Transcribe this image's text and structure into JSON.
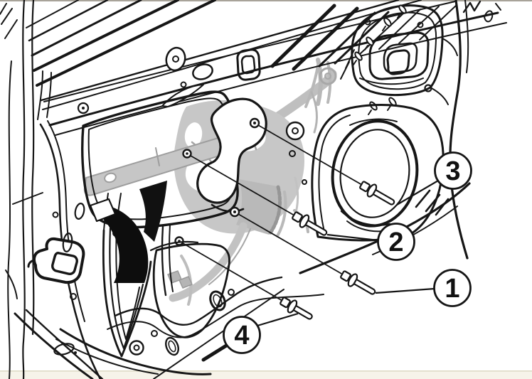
{
  "diagram": {
    "type": "exploded-parts-illustration",
    "callouts": [
      {
        "label": "1"
      },
      {
        "label": "2"
      },
      {
        "label": "3"
      },
      {
        "label": "4"
      }
    ],
    "colors": {
      "background": "#ffffff",
      "line": "#161616",
      "ghost_gray": "#bdbdbd",
      "top_border": "#a8a399",
      "bottom_strip": "#f6f3e9",
      "bottom_strip_border": "#dcd8c2"
    }
  }
}
